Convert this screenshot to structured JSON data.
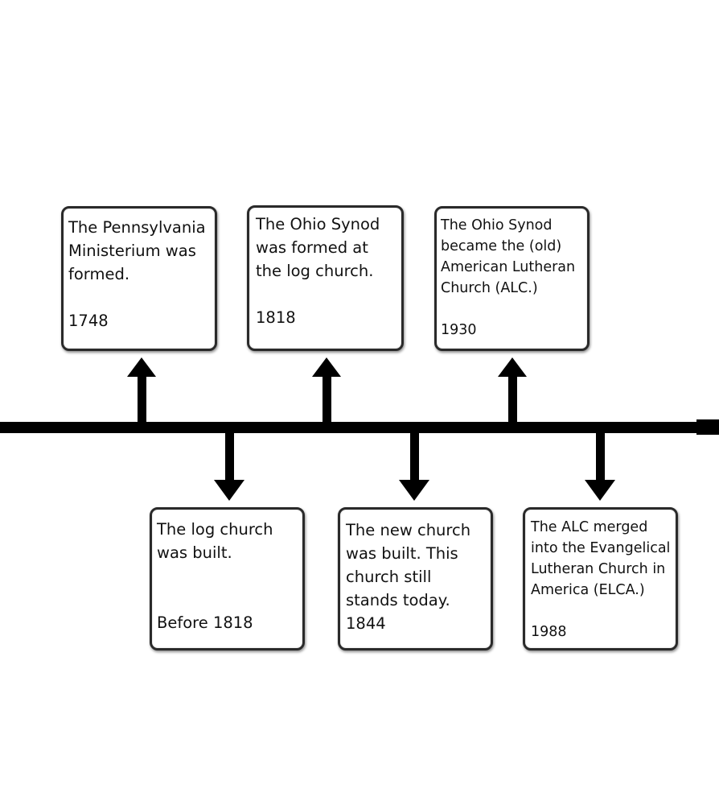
{
  "events": [
    {
      "text": "The Pennsylvania\nMinisterium was\nformed.",
      "date": "1748",
      "position": "above"
    },
    {
      "text": "The Ohio Synod\nwas formed at\nthe log church.",
      "date": "1818",
      "position": "above"
    },
    {
      "text": "The Ohio Synod\nbecame the (old)\nAmerican Lutheran\nChurch (ALC.)",
      "date": "1930",
      "position": "above"
    },
    {
      "text": "The log church\nwas built.",
      "date": "Before 1818",
      "position": "below"
    },
    {
      "text": "The new church\nwas built. This\nchurch still\nstands today.",
      "date": "1844",
      "position": "below"
    },
    {
      "text": "The ALC merged\ninto the Evangelical\nLutheran Church in\nAmerica (ELCA.)",
      "date": "1988",
      "position": "below"
    }
  ],
  "colors": {
    "line": "#000000",
    "box_border": "#2a2a2a",
    "background": "#ffffff"
  }
}
